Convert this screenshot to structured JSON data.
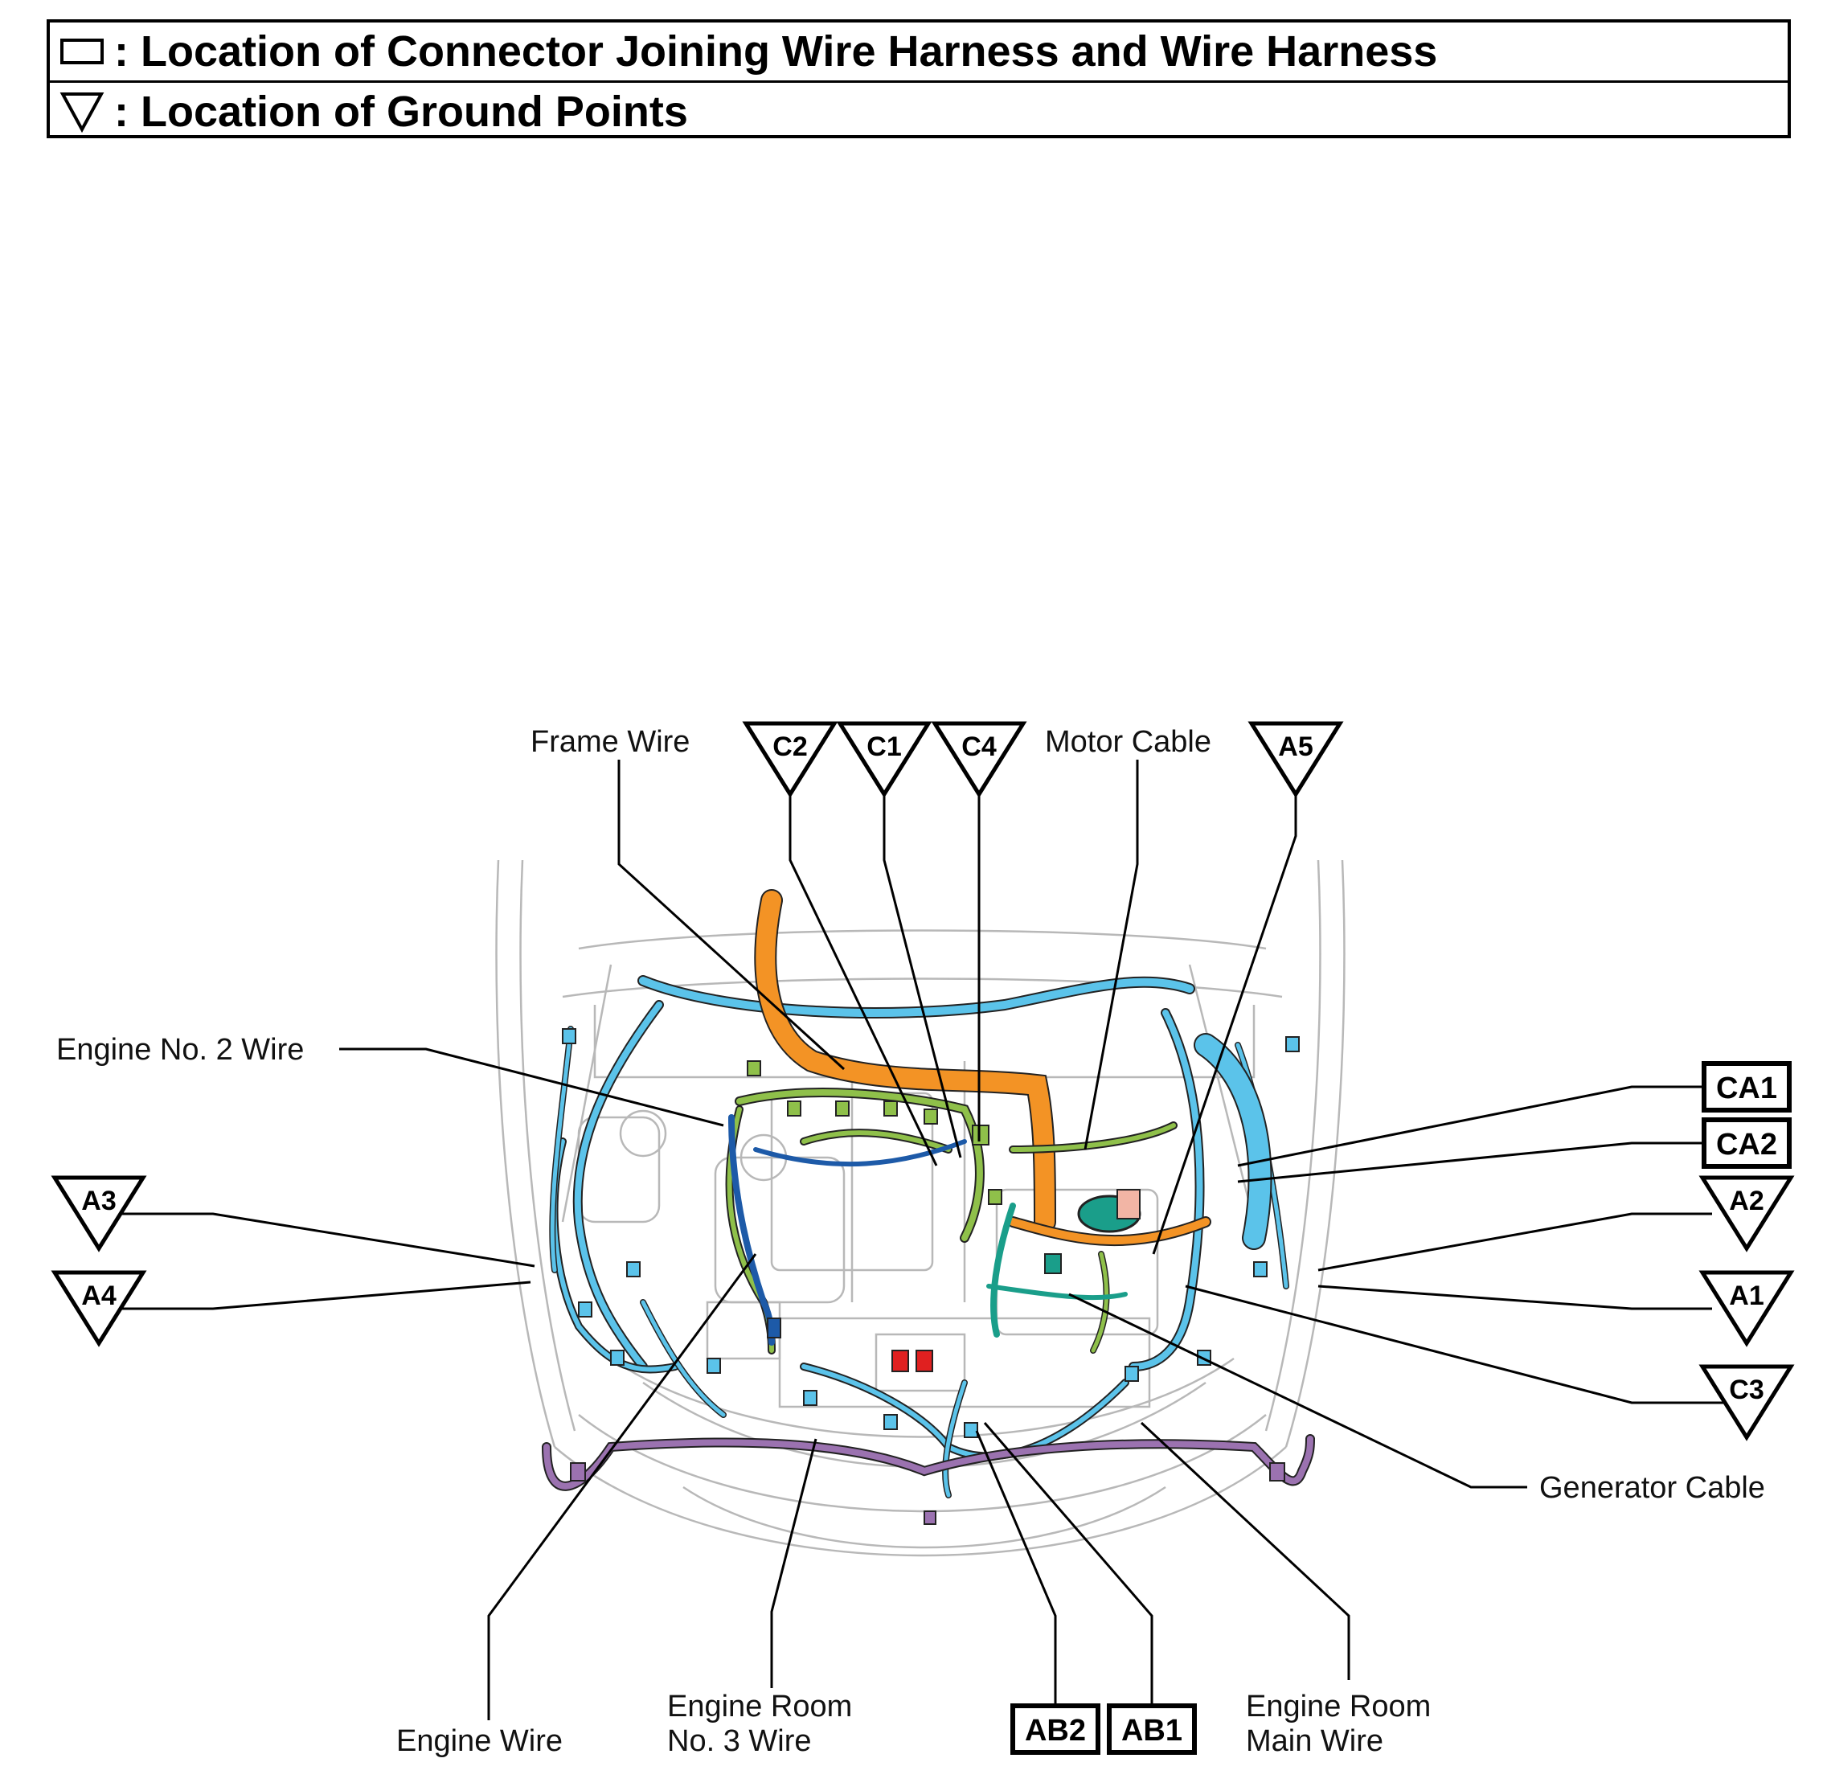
{
  "legend": {
    "connector_text": ": Location of Connector Joining Wire Harness and Wire Harness",
    "ground_text": ": Location of Ground Points"
  },
  "labels": {
    "frame_wire": "Frame Wire",
    "motor_cable": "Motor Cable",
    "engine_no2_wire": "Engine No. 2 Wire",
    "generator_cable": "Generator Cable",
    "engine_wire": "Engine Wire",
    "engine_room_no3_wire_line1": "Engine Room",
    "engine_room_no3_wire_line2": "No. 3 Wire",
    "engine_room_main_wire_line1": "Engine Room",
    "engine_room_main_wire_line2": "Main Wire"
  },
  "ground_points": [
    "C2",
    "C1",
    "C4",
    "A5",
    "A3",
    "A4",
    "A2",
    "A1",
    "C3"
  ],
  "connectors": [
    "CA1",
    "CA2",
    "AB2",
    "AB1"
  ],
  "colors": {
    "engine_room_main": "#5bc3ea",
    "engine_wire": "#8fc04a",
    "frame_wire": "#f39325",
    "engine_no2": "#1d5aa8",
    "bumper_wire": "#9b72b0",
    "generator_cable": "#1a9e8a",
    "red_connector": "#e02020",
    "pink_part": "#f2b5a5"
  }
}
